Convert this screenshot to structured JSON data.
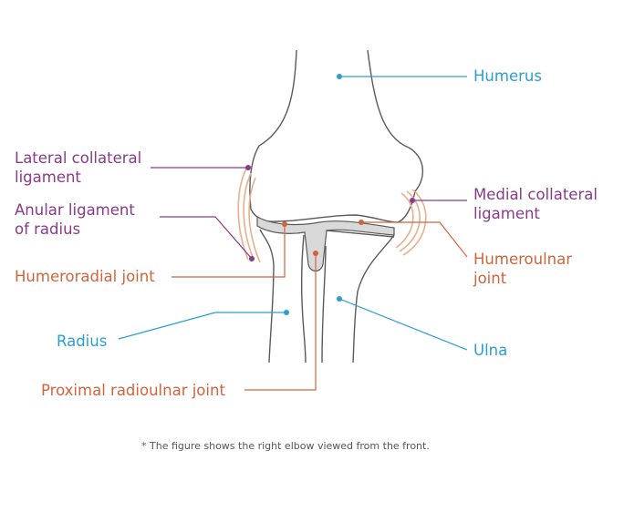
{
  "labels": {
    "humerus": "Humerus",
    "lateral_collateral_ligament_line1": "Lateral collateral",
    "lateral_collateral_ligament_line2": "ligament",
    "anular_ligament_line1": "Anular ligament",
    "anular_ligament_line2": "of radius",
    "humeroradial_joint": "Humeroradial joint",
    "radius": "Radius",
    "proximal_radioulnar_joint": "Proximal radioulnar joint",
    "medial_collateral_ligament_line1": "Medial collateral",
    "medial_collateral_ligament_line2": "ligament",
    "humeroulnar_joint_line1": "Humeroulnar",
    "humeroulnar_joint_line2": "joint",
    "ulna": "Ulna"
  },
  "footnote": "* The figure shows the right elbow viewed from the front.",
  "colors": {
    "bone_line": "#5a5a5a",
    "cartilage": "#d9d9d9",
    "ligament": "#e8b08c",
    "blue_label": "#2a9fd0",
    "purple_label": "#8a3a8a",
    "orange_label": "#d0653c"
  }
}
